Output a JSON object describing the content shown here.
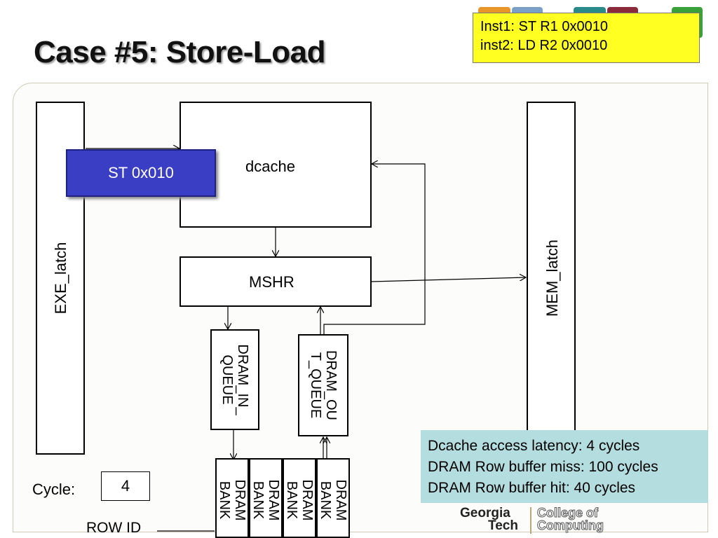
{
  "slide": {
    "title": "Case #5: Store-Load"
  },
  "instructions": [
    "Inst1: ST R1 0x0010",
    "inst2: LD R2 0x0010"
  ],
  "diagram": {
    "exe_latch": "EXE_latch",
    "mem_latch": "MEM_latch",
    "dcache": "dcache",
    "mshr": "MSHR",
    "store_request": "ST 0x010",
    "dram_in_queue": [
      "DRAM_IN_",
      "QUEUE"
    ],
    "dram_out_queue": [
      "DRAM_OU",
      "T_QUEUE"
    ],
    "banks": [
      {
        "lines": [
          "DRAM",
          "BANK"
        ]
      },
      {
        "lines": [
          "DRAM",
          "BANK"
        ]
      },
      {
        "lines": [
          "DRAM",
          "BANK"
        ]
      },
      {
        "lines": [
          "DRAM",
          "BANK"
        ]
      }
    ],
    "row_id_label": "ROW ID"
  },
  "cycle": {
    "label": "Cycle:",
    "value": "4"
  },
  "latency_info": [
    "Dcache access latency: 4 cycles",
    "DRAM Row buffer miss: 100 cycles",
    "DRAM Row buffer hit: 40 cycles"
  ],
  "logo": {
    "line1": "Georgia",
    "line2": "Tech",
    "line3": "College of",
    "line4": "Computing"
  },
  "colors": {
    "store_box": "#3a3ec4",
    "instruction_box": "#ffff22",
    "info_box": "#b4dde0"
  }
}
